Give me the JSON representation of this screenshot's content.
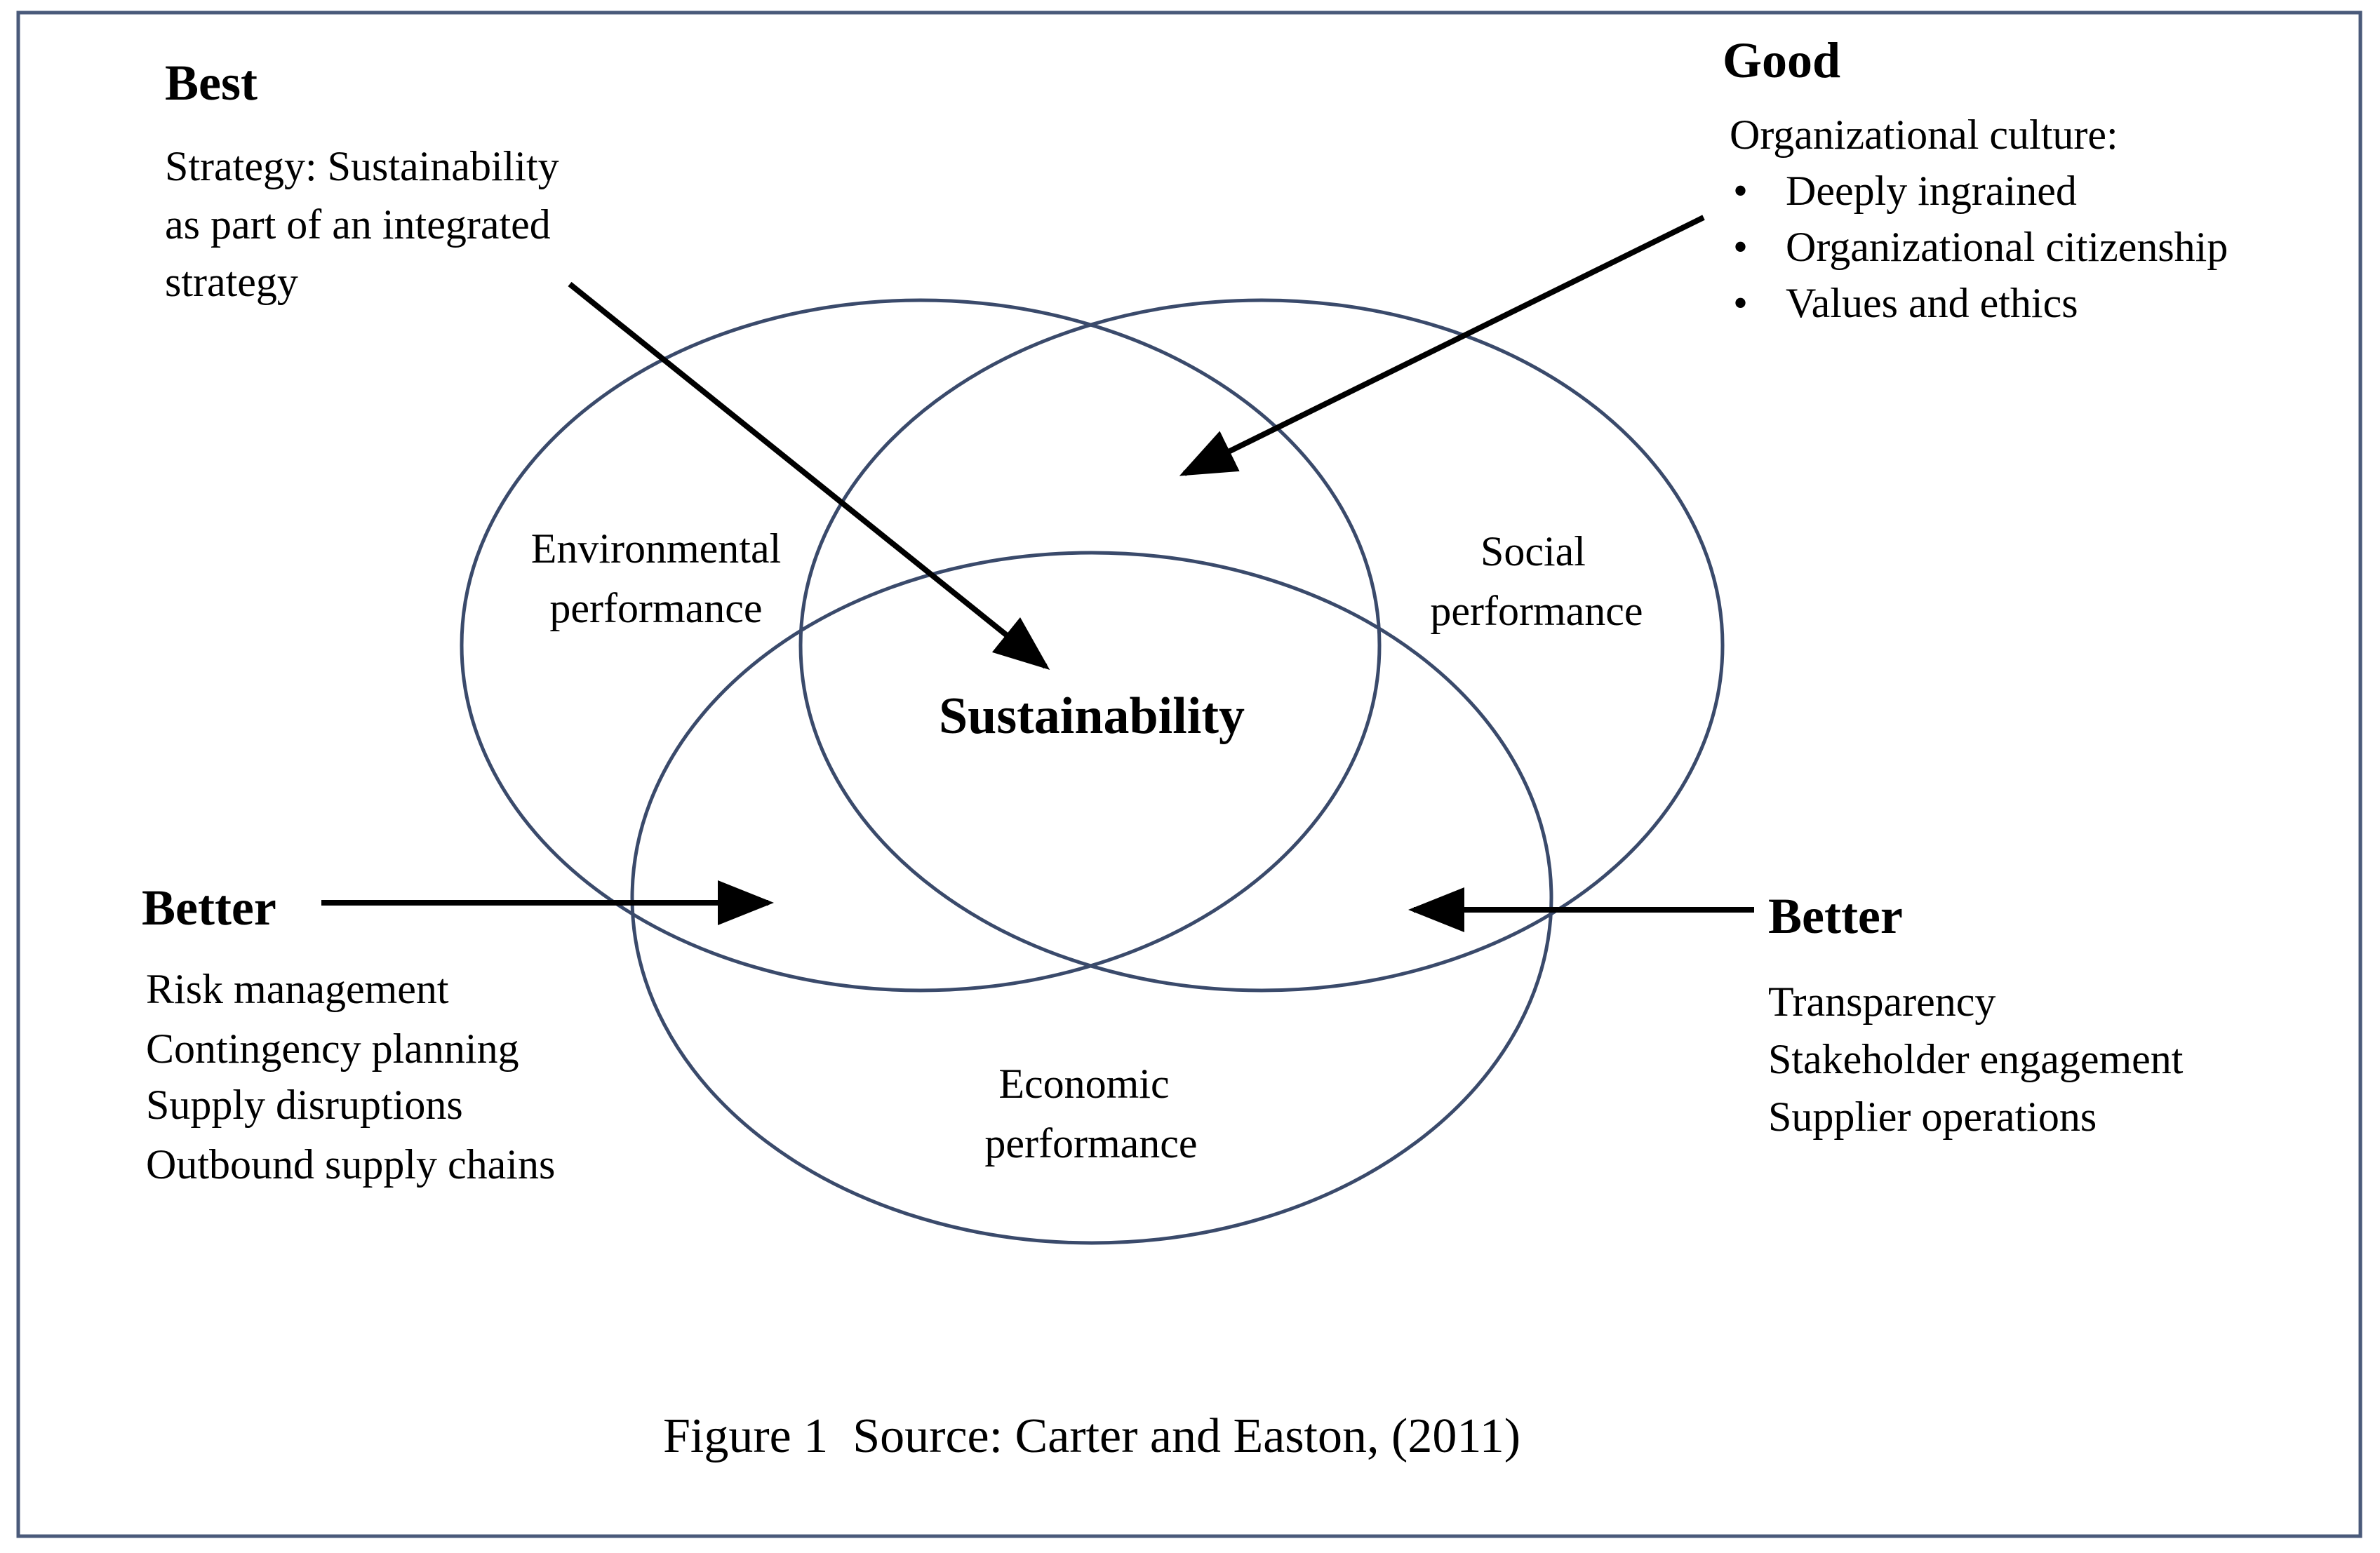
{
  "colors": {
    "ellipse_stroke": "#3a4a6b",
    "frame_stroke": "#4a5a7a",
    "arrow": "#000000",
    "text": "#000000"
  },
  "circles": {
    "environmental": [
      "Environmental",
      "performance"
    ],
    "social": [
      "Social",
      "performance"
    ],
    "economic": [
      "Economic",
      "performance"
    ]
  },
  "center_label": "Sustainability",
  "best": {
    "heading": "Best",
    "lines": [
      "Strategy: Sustainability",
      "as part of an integrated",
      "strategy"
    ]
  },
  "good": {
    "heading": "Good",
    "intro": "Organizational culture:",
    "bullets": [
      "Deeply ingrained",
      "Organizational citizenship",
      "Values and ethics"
    ]
  },
  "better_left": {
    "heading": "Better",
    "lines": [
      "Risk management",
      "Contingency planning",
      "Supply disruptions",
      "Outbound supply chains"
    ]
  },
  "better_right": {
    "heading": "Better",
    "lines": [
      "Transparency",
      "Stakeholder engagement",
      "Supplier operations"
    ]
  },
  "caption": "Figure 1  Source: Carter and Easton, (2011)"
}
